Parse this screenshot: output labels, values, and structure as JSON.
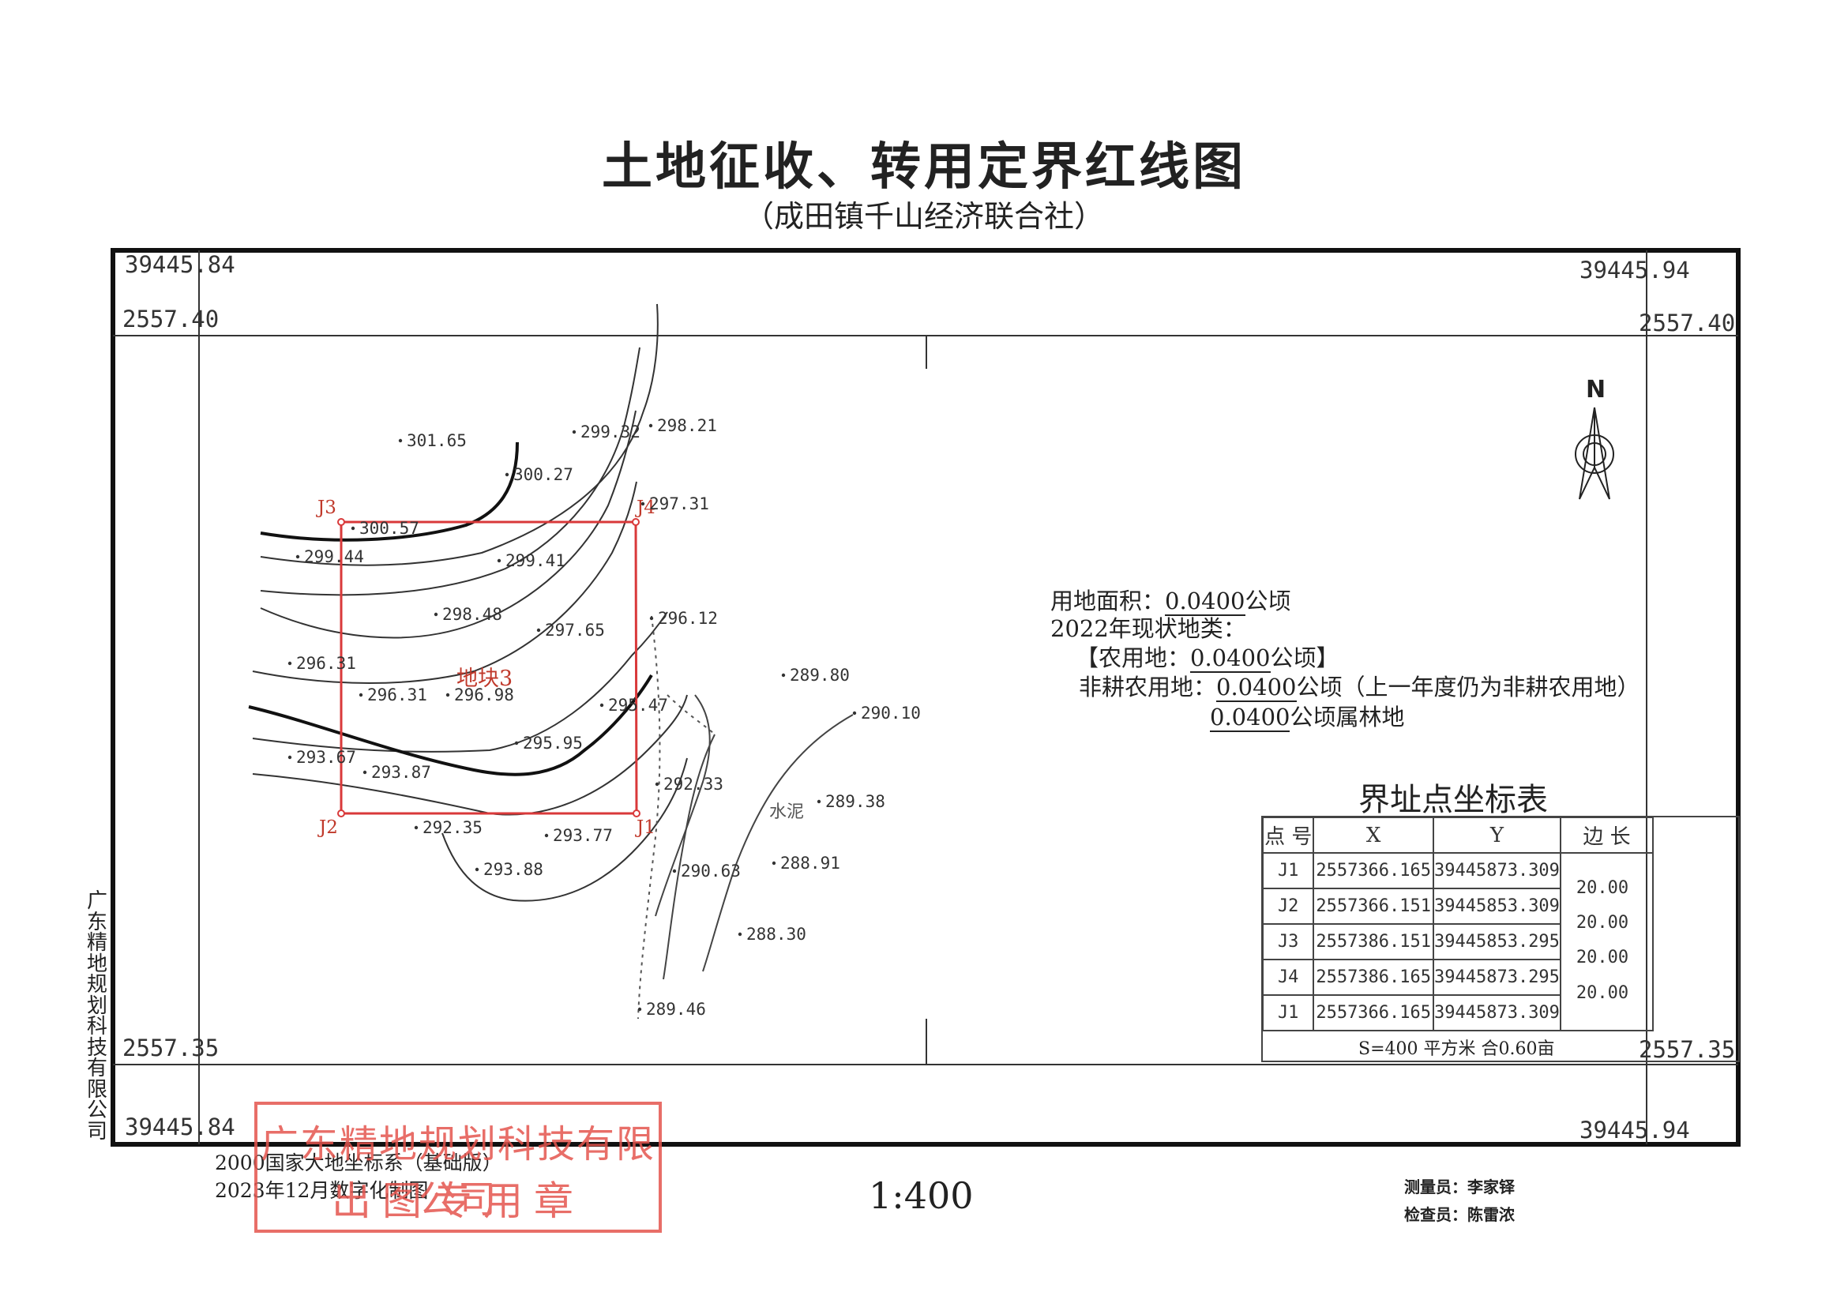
{
  "title": "土地征收、转用定界红线图",
  "subtitle": "（成田镇千山经济联合社）",
  "corners": {
    "tl_y": "39445.84",
    "tl_x": "2557.40",
    "tr_y": "39445.94",
    "tr_x": "2557.40",
    "bl_x": "2557.35",
    "bl_y": "39445.84",
    "br_x": "2557.35",
    "br_y": "39445.94"
  },
  "company_vertical": "广东精地规划科技有限公司",
  "north_label": "N",
  "land": {
    "area_label": "用地面积：",
    "area_value": "0.0400",
    "area_unit": "公顷",
    "status_label": "2022年现状地类：",
    "farm_open": "【农用地：",
    "farm_value": "0.0400",
    "farm_close": "公顷】",
    "nonfarm_label": "非耕农用地：",
    "nonfarm_value": "0.0400",
    "nonfarm_note": "公顷（上一年度仍为非耕农用地）",
    "forest_value": "0.0400",
    "forest_note": "公顷属林地"
  },
  "coord_table": {
    "title": "界址点坐标表",
    "headers": {
      "point": "点 号",
      "x": "X",
      "y": "Y",
      "edge": "边 长"
    },
    "rows": [
      {
        "point": "J1",
        "x": "2557366.165",
        "y": "39445873.309"
      },
      {
        "point": "J2",
        "x": "2557366.151",
        "y": "39445853.309"
      },
      {
        "point": "J3",
        "x": "2557386.151",
        "y": "39445853.295"
      },
      {
        "point": "J4",
        "x": "2557386.165",
        "y": "39445873.295"
      },
      {
        "point": "J1",
        "x": "2557366.165",
        "y": "39445873.309"
      }
    ],
    "edges": [
      "20.00",
      "20.00",
      "20.00",
      "20.00"
    ],
    "area_note": "S=400  平方米  合0.60亩"
  },
  "map": {
    "parcel_label": "地块3",
    "points": {
      "j1": "J1",
      "j2": "J2",
      "j3": "J3",
      "j4": "J4"
    },
    "road_label": "水泥",
    "elevations": [
      "301.65",
      "300.27",
      "299.32",
      "298.21",
      "297.31",
      "300.57",
      "299.44",
      "299.41",
      "298.48",
      "297.65",
      "296.12",
      "296.31",
      "296.31",
      "296.98",
      "295.47",
      "289.80",
      "290.10",
      "295.95",
      "293.67",
      "293.87",
      "292.33",
      "289.38",
      "292.35",
      "293.77",
      "293.88",
      "290.63",
      "288.91",
      "288.30",
      "289.46"
    ]
  },
  "footer": {
    "crs": "2000国家大地坐标系（基础版）",
    "date": "2023年12月数字化制图",
    "scale": "1:400",
    "surveyor": "测量员：李家铎",
    "checker": "检查员：陈雷浓"
  },
  "stamp": {
    "line1": "广东精地规划科技有限公司",
    "line2": "出图专用章"
  },
  "colors": {
    "boundary": "#d9393a",
    "stamp": "#e4554e",
    "ink": "#222222"
  }
}
